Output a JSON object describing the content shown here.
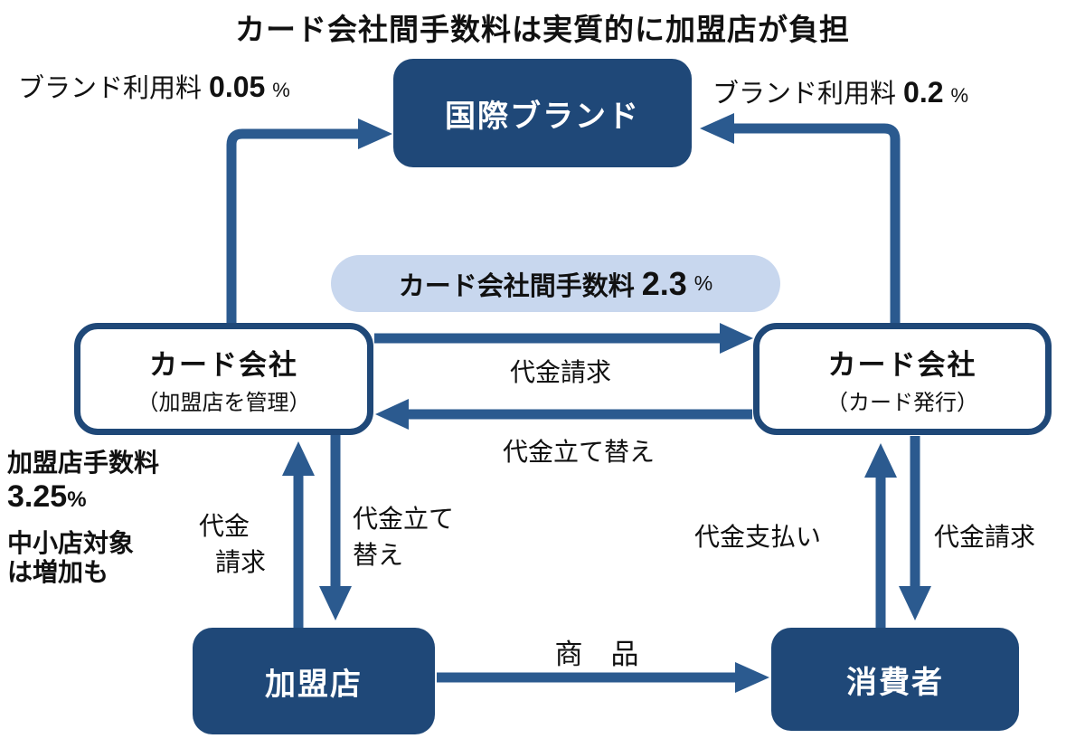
{
  "title": "カード会社間手数料は実質的に加盟店が負担",
  "colors": {
    "node_fill": "#1f4878",
    "arrow": "#2b5a8f",
    "pill_bg": "#c8d7ee",
    "text": "#111111"
  },
  "nodes": {
    "intl_brand": {
      "label": "国際ブランド"
    },
    "card_left": {
      "label": "カード会社",
      "sub": "（加盟店を管理）"
    },
    "card_right": {
      "label": "カード会社",
      "sub": "（カード発行）"
    },
    "merchant": {
      "label": "加盟店"
    },
    "consumer": {
      "label": "消費者"
    }
  },
  "fees": {
    "brand_fee_left": {
      "label": "ブランド利用料",
      "value": "0.05",
      "unit": "%"
    },
    "brand_fee_right": {
      "label": "ブランド利用料",
      "value": "0.2",
      "unit": "%"
    },
    "interchange": {
      "label": "カード会社間手数料",
      "value": "2.3",
      "unit": "%"
    },
    "merchant_fee": {
      "label": "加盟店手数料",
      "value": "3.25",
      "unit": "%",
      "note_line1": "中小店対象",
      "note_line2": "は増加も"
    }
  },
  "flows": {
    "charge_between": "代金請求",
    "reimburse_between": "代金立て替え",
    "merchant_charge_line1": "代金",
    "merchant_charge_line2": "請求",
    "merchant_advance_line1": "代金立て",
    "merchant_advance_line2": "替え",
    "consumer_payment": "代金支払い",
    "consumer_billing": "代金請求",
    "goods": "商　品"
  }
}
